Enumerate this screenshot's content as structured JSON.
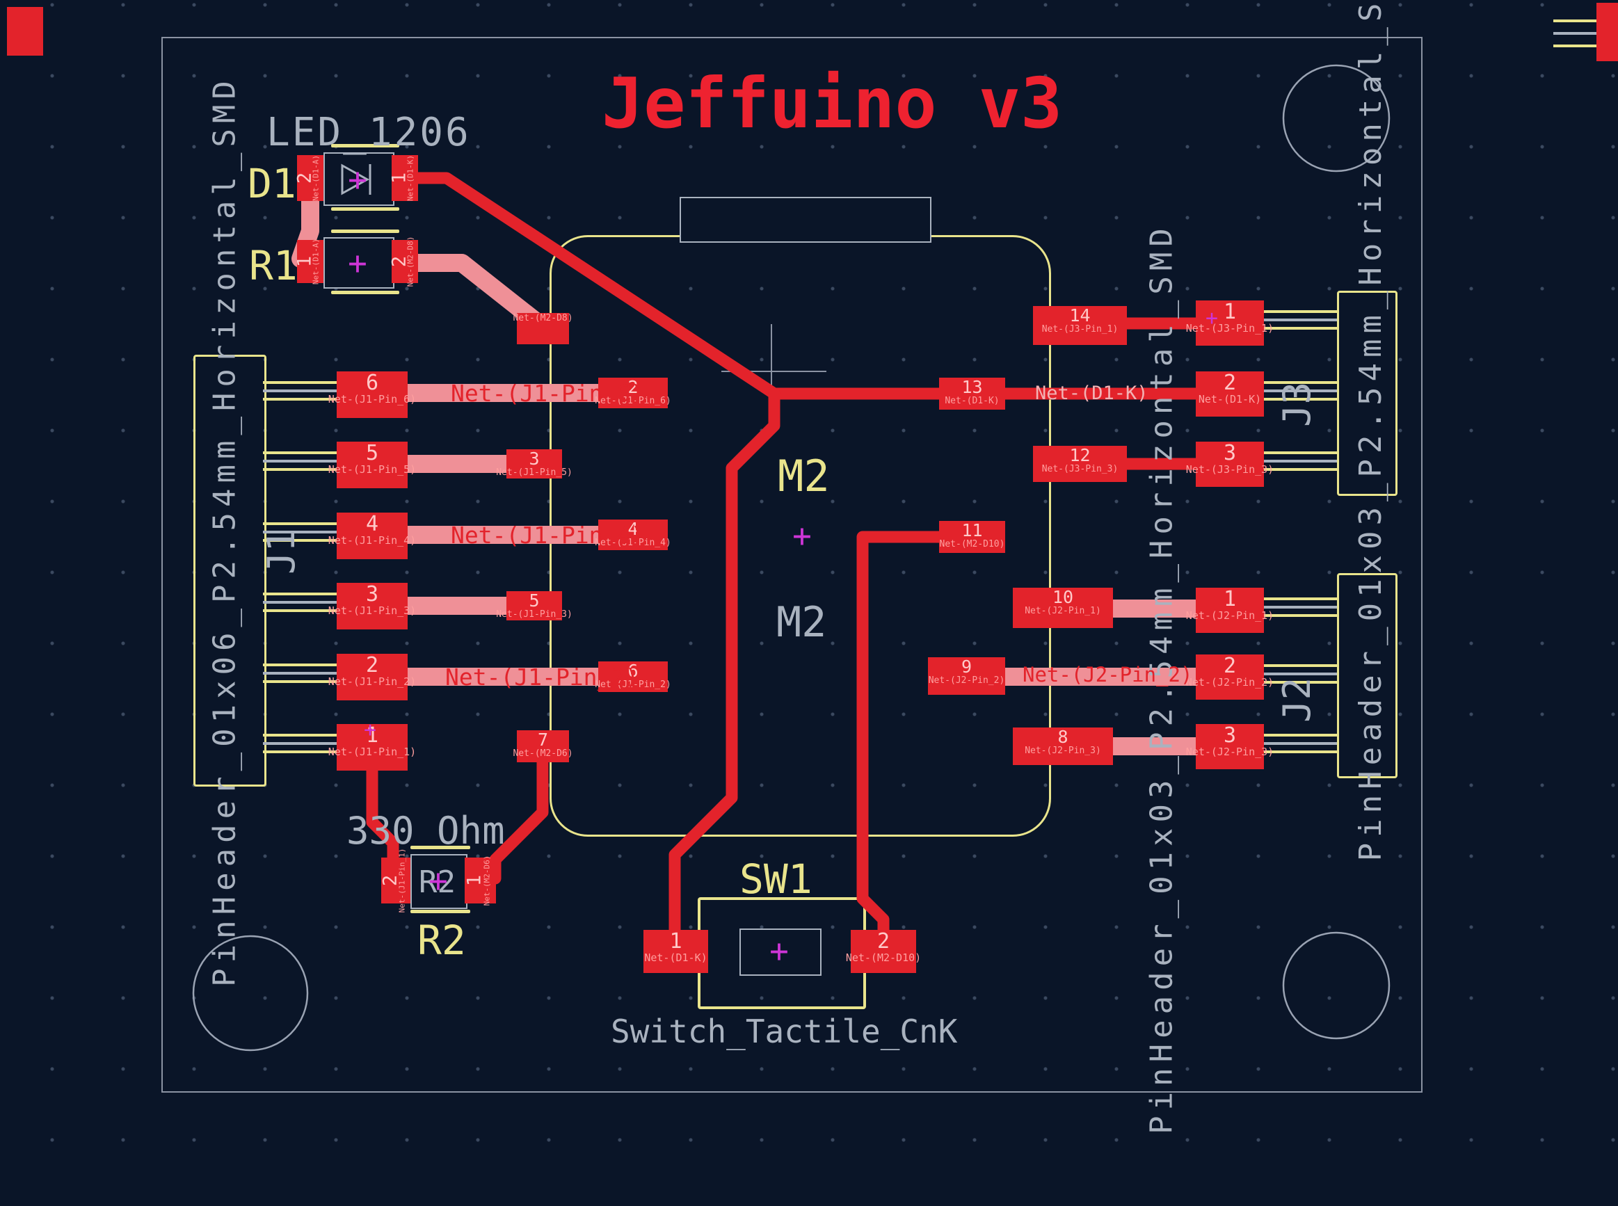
{
  "title": "Jeffuino v3",
  "colors": {
    "background": "#0a1528",
    "copper": "#e3232b",
    "copper_highlight": "#ef9097",
    "silkscreen_yellow": "#e9e48c",
    "fab_gray": "#a9b2bf",
    "board_outline": "#8b93a3",
    "anchor_magenta": "#cd35d6",
    "pad_number_text": "#ffc9c9",
    "pad_net_text": "#ff9f9f",
    "title_red": "#ee2230"
  },
  "components": {
    "d1": {
      "ref": "D1",
      "value": "LED_1206",
      "pads": [
        {
          "num": "2",
          "net": "Net-(D1-A)"
        },
        {
          "num": "1",
          "net": "Net-(D1-K)"
        }
      ]
    },
    "r1": {
      "ref": "R1",
      "pads": [
        {
          "num": "1",
          "net": "Net-(D1-A)"
        },
        {
          "num": "2",
          "net": "Net-(M2-D8)"
        }
      ]
    },
    "r2": {
      "ref": "R2",
      "fab_ref": "R2",
      "value": "330 Ohm",
      "pads": [
        {
          "num": "2",
          "net": "Net-(J1-Pin_1)"
        },
        {
          "num": "1",
          "net": "Net-(M2-D6)"
        }
      ]
    },
    "sw1": {
      "ref": "SW1",
      "value": "Switch_Tactile_CnK",
      "pads": [
        {
          "num": "1",
          "net": "Net-(D1-K)"
        },
        {
          "num": "2",
          "net": "Net-(M2-D10)"
        }
      ]
    },
    "m2": {
      "ref": "M2",
      "value": "M2",
      "left_pads": [
        {
          "num": "",
          "net": "Net-(M2-D8)"
        },
        {
          "num": "2",
          "net": "Net-(J1-Pin_6)"
        },
        {
          "num": "3",
          "net": "Net-(J1-Pin_5)"
        },
        {
          "num": "4",
          "net": "Net-(J1-Pin_4)"
        },
        {
          "num": "5",
          "net": "Net-(J1-Pin_3)"
        },
        {
          "num": "6",
          "net": "Net-(J1-Pin_2)"
        },
        {
          "num": "7",
          "net": "Net-(M2-D6)"
        }
      ],
      "right_pads": [
        {
          "num": "14",
          "net": "Net-(J3-Pin_1)"
        },
        {
          "num": "13",
          "net": "Net-(D1-K)"
        },
        {
          "num": "12",
          "net": "Net-(J3-Pin_3)"
        },
        {
          "num": "11",
          "net": "Net-(M2-D10)"
        },
        {
          "num": "10",
          "net": "Net-(J2-Pin_1)"
        },
        {
          "num": "9",
          "net": "Net-(J2-Pin_2)"
        },
        {
          "num": "8",
          "net": "Net-(J2-Pin_3)"
        }
      ]
    },
    "j1": {
      "ref": "J1",
      "footprint": "PinHeader_01x06_P2.54mm_Horizontal_SMD",
      "pads": [
        {
          "num": "6",
          "net": "Net-(J1-Pin_6)"
        },
        {
          "num": "5",
          "net": "Net-(J1-Pin_5)"
        },
        {
          "num": "4",
          "net": "Net-(J1-Pin_4)"
        },
        {
          "num": "3",
          "net": "Net-(J1-Pin_3)"
        },
        {
          "num": "2",
          "net": "Net-(J1-Pin_2)"
        },
        {
          "num": "1",
          "net": "Net-(J1-Pin_1)"
        }
      ]
    },
    "j3": {
      "ref": "J3",
      "footprint": "PinHeader_01x03_P2.54mm_Horizontal_SMD",
      "pads": [
        {
          "num": "1",
          "net": "Net-(J3-Pin_1)"
        },
        {
          "num": "2",
          "net": "Net-(D1-K)"
        },
        {
          "num": "3",
          "net": "Net-(J3-Pin_3)"
        }
      ]
    },
    "j2": {
      "ref": "J2",
      "footprint": "PinHeader_01x03_P2.54mm_Horizontal_S",
      "pads": [
        {
          "num": "1",
          "net": "Net-(J2-Pin_1)"
        },
        {
          "num": "2",
          "net": "Net-(J2-Pin_2)"
        },
        {
          "num": "3",
          "net": "Net-(J2-Pin_3)"
        }
      ]
    }
  },
  "net_labels": {
    "j1_pin6": "Net-(J1-Pin_6)",
    "j1_pin4": "Net-(J1-Pin_4)",
    "j1_pin2": "Net-(J1-Pin_2)",
    "d1_k": "Net-(D1-K)",
    "j2_pin2": "Net-(J2-Pin_2)"
  }
}
